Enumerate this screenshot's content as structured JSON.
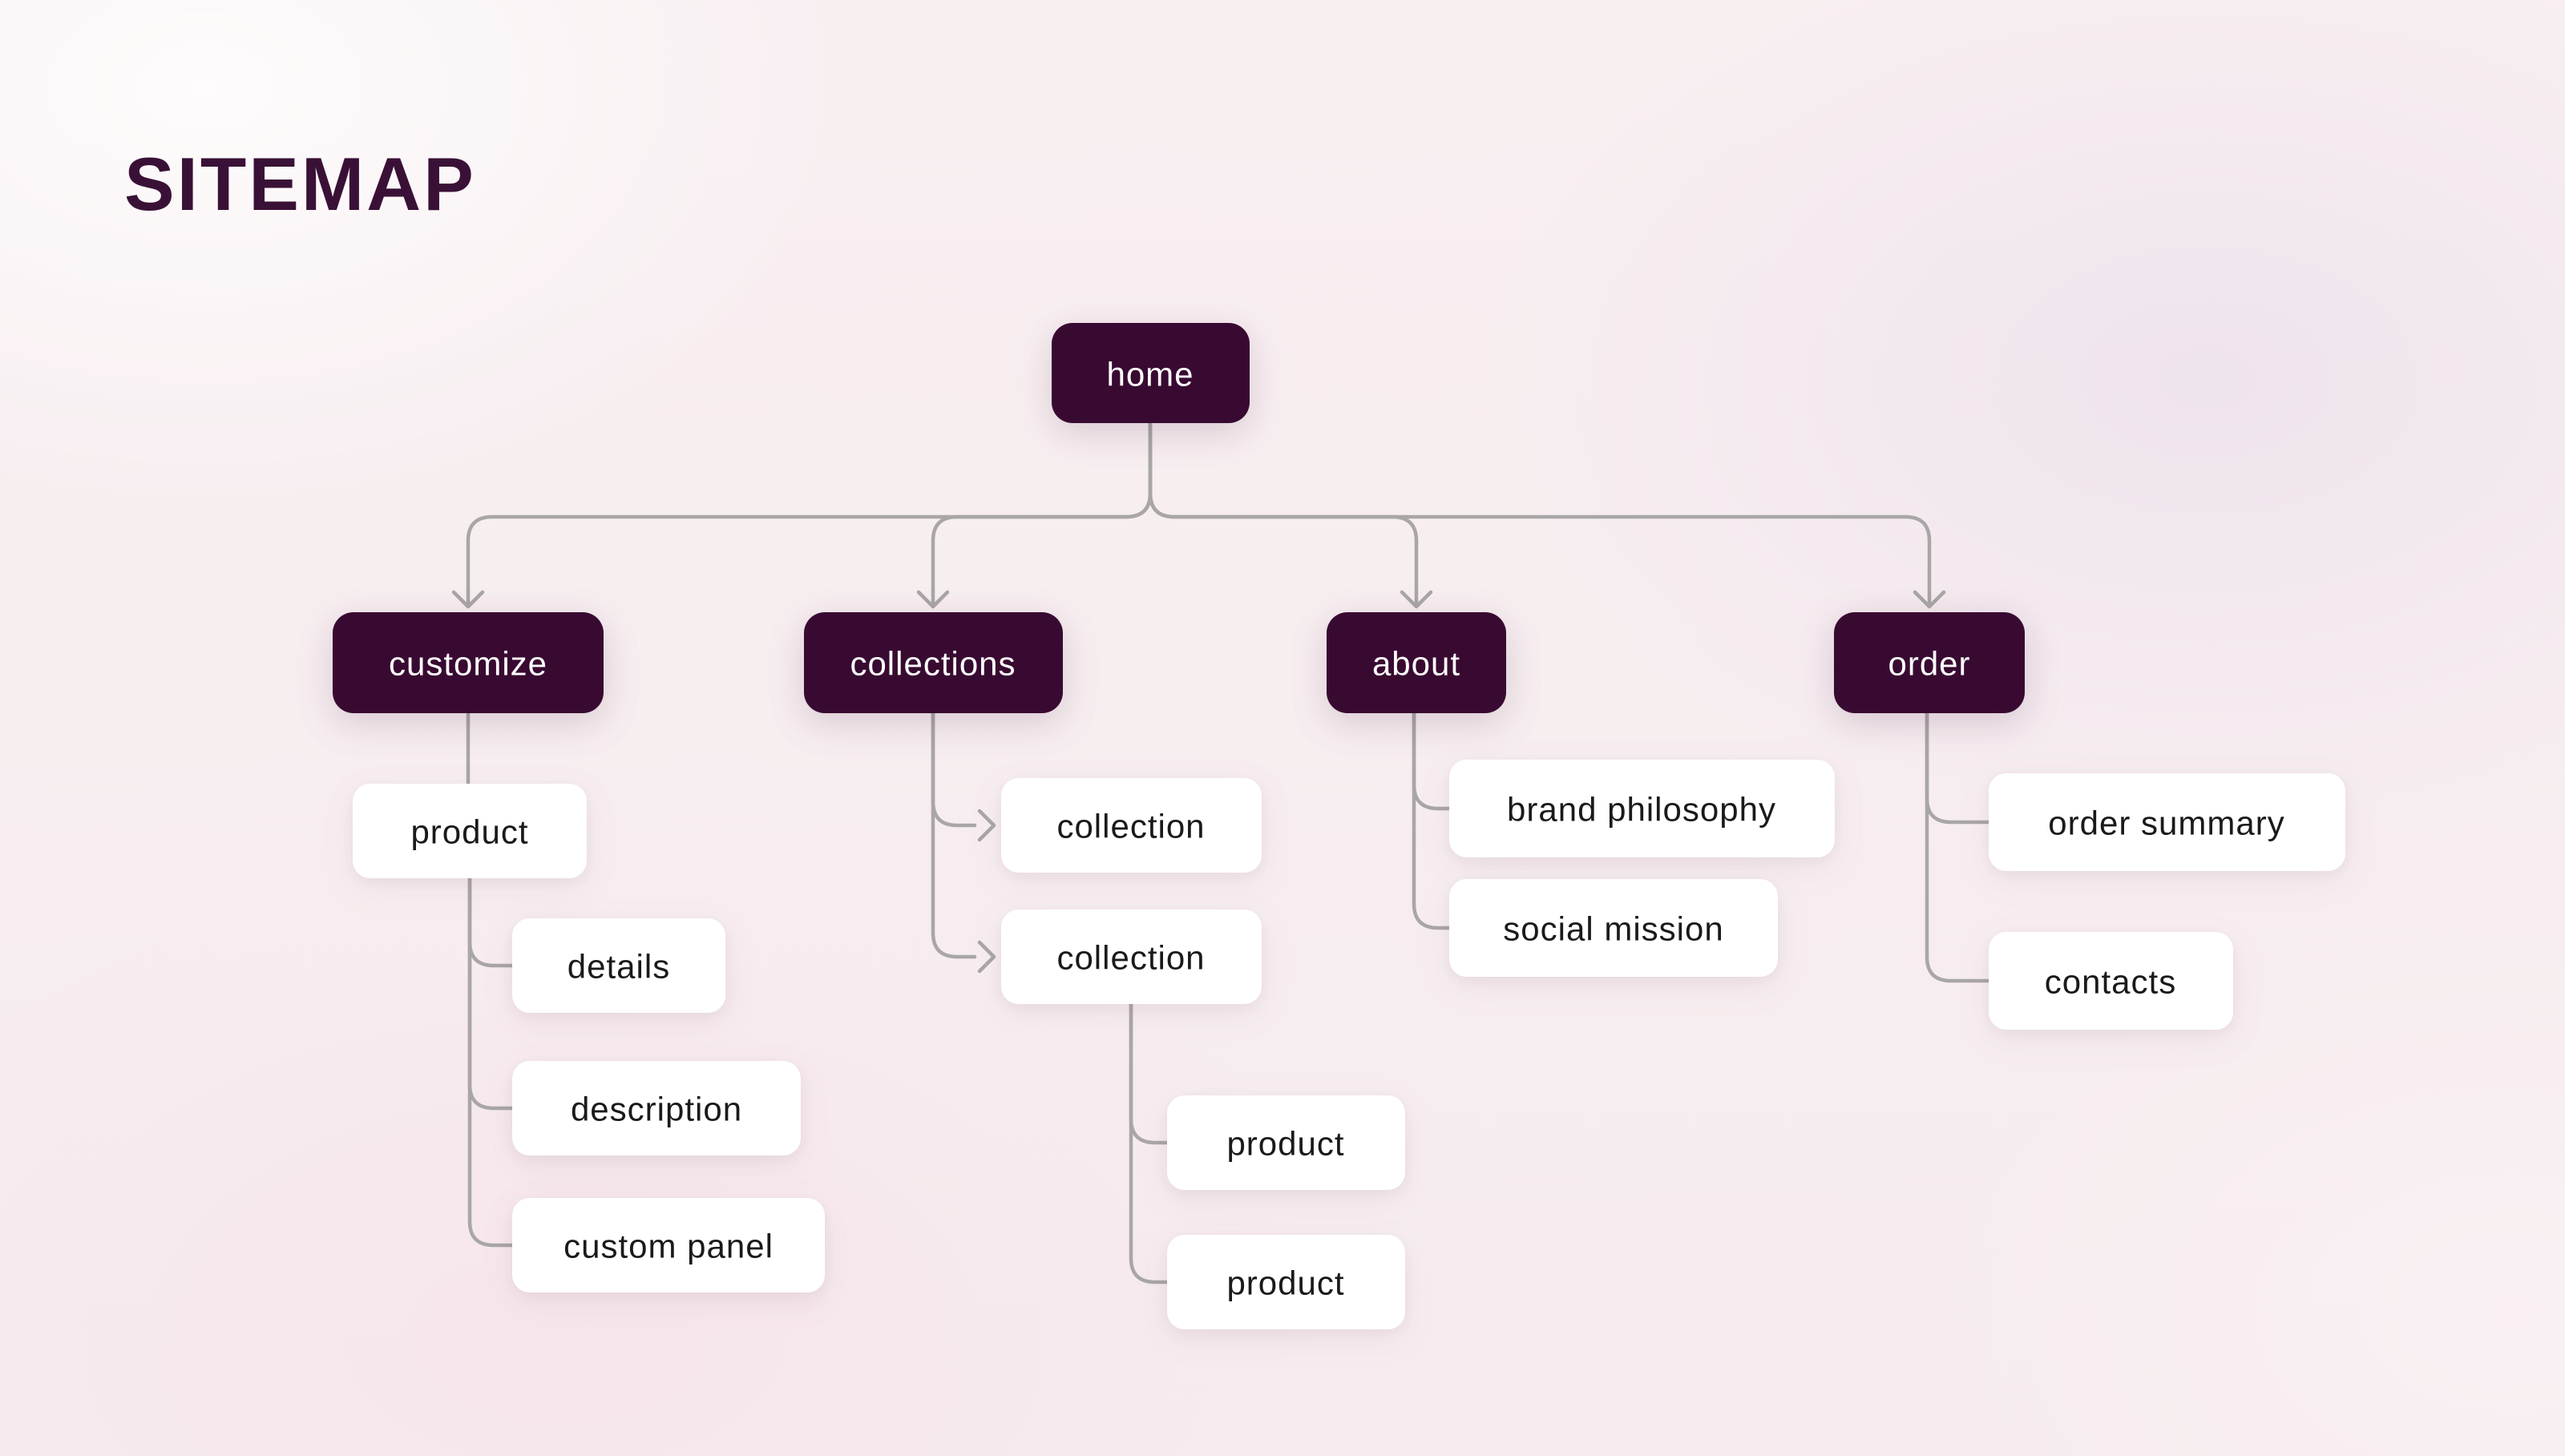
{
  "title": "SITEMAP",
  "colors": {
    "node_dark": "#390a31",
    "node_dark_text": "#ffffff",
    "node_light": "#ffffff",
    "node_light_text": "#1a191b",
    "connector": "#a9a6a6",
    "title_color": "#3a1136"
  },
  "tree": {
    "root": {
      "label": "home"
    },
    "branches": [
      {
        "label": "customize",
        "children": [
          {
            "label": "product",
            "children": [
              {
                "label": "details"
              },
              {
                "label": "description"
              },
              {
                "label": "custom panel"
              }
            ]
          }
        ]
      },
      {
        "label": "collections",
        "children": [
          {
            "label": "collection"
          },
          {
            "label": "collection",
            "children": [
              {
                "label": "product"
              },
              {
                "label": "product"
              }
            ]
          }
        ]
      },
      {
        "label": "about",
        "children": [
          {
            "label": "brand philosophy"
          },
          {
            "label": "social mission"
          }
        ]
      },
      {
        "label": "order",
        "children": [
          {
            "label": "order summary"
          },
          {
            "label": "contacts"
          }
        ]
      }
    ]
  }
}
